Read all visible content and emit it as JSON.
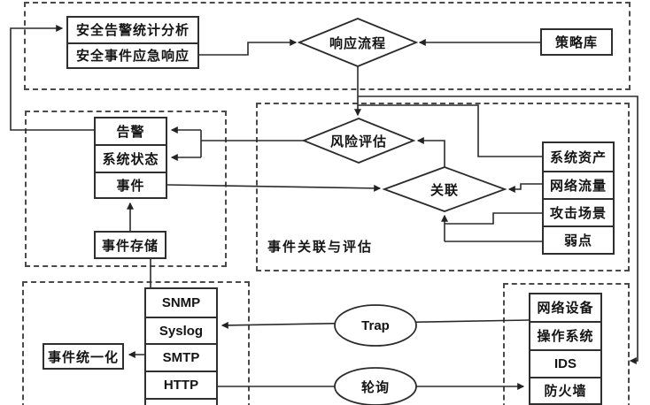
{
  "diagram": {
    "colors": {
      "line": "#2b2b2b",
      "border": "#2f2f2f",
      "dashed": "#4a4a4a",
      "text": "#141414",
      "background": "#ffffff"
    },
    "regions": {
      "correlation_label": "事件关联与评估"
    },
    "nodes": {
      "alert_stack": {
        "rows": [
          "安全告警统计分析",
          "安全事件应急响应"
        ]
      },
      "response_diamond": {
        "label": "响应流程"
      },
      "policy_box": {
        "label": "策略库"
      },
      "status_stack": {
        "rows": [
          "告警",
          "系统状态",
          "事件"
        ]
      },
      "event_store": {
        "label": "事件存储"
      },
      "risk_diamond": {
        "label": "风险评估"
      },
      "correlation_diamond": {
        "label": "关联"
      },
      "resource_stack": {
        "rows": [
          "系统资产",
          "网络流量",
          "攻击场景",
          "弱点"
        ]
      },
      "protocol_stack": {
        "rows": [
          "SNMP",
          "Syslog",
          "SMTP",
          "HTTP"
        ]
      },
      "unify_box": {
        "label": "事件统一化"
      },
      "trap_ellipse": {
        "label": "Trap"
      },
      "poll_ellipse": {
        "label": "轮询"
      },
      "device_stack": {
        "rows": [
          "网络设备",
          "操作系统",
          "IDS",
          "防火墙"
        ]
      }
    }
  }
}
